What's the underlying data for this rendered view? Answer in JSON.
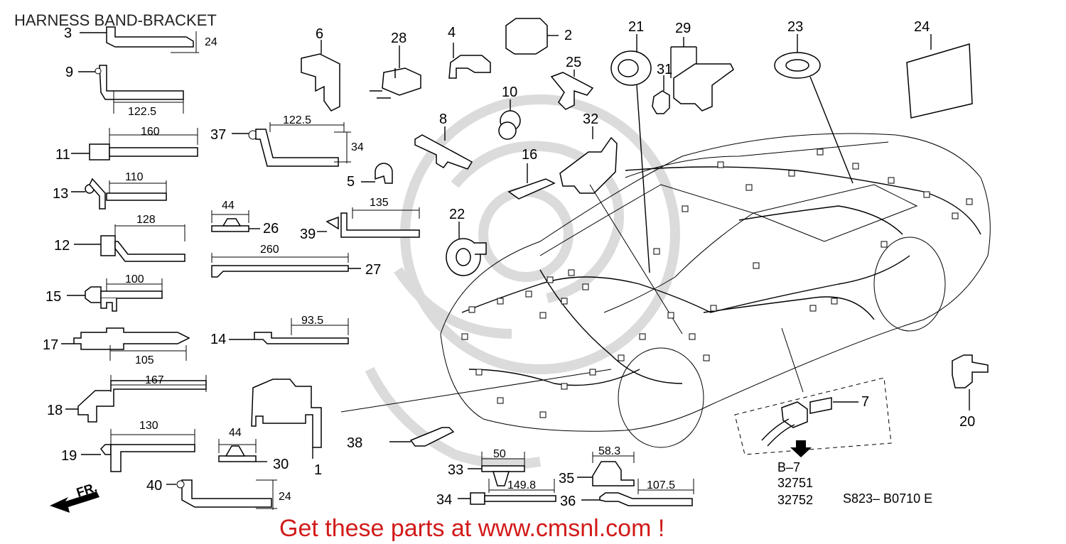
{
  "header": {
    "title": "HARNESS BAND-BRACKET"
  },
  "callouts": {
    "n1": "1",
    "n2": "2",
    "n3": "3",
    "n4": "4",
    "n5": "5",
    "n6": "6",
    "n7": "7",
    "n8": "8",
    "n9": "9",
    "n10": "10",
    "n11": "11",
    "n12": "12",
    "n13": "13",
    "n14": "14",
    "n15": "15",
    "n16": "16",
    "n17": "17",
    "n18": "18",
    "n19": "19",
    "n20": "20",
    "n21": "21",
    "n22": "22",
    "n23": "23",
    "n24": "24",
    "n25": "25",
    "n26": "26",
    "n27": "27",
    "n28": "28",
    "n29": "29",
    "n30": "30",
    "n31": "31",
    "n32": "32",
    "n33": "33",
    "n34": "34",
    "n35": "35",
    "n36": "36",
    "n37": "37",
    "n38": "38",
    "n39": "39",
    "n40": "40"
  },
  "dimensions": {
    "d3": "24",
    "d9": "122.5",
    "d11": "160",
    "d13": "110",
    "d12": "128",
    "d15": "100",
    "d17": "105",
    "d18": "167",
    "d19": "130",
    "d40": "24",
    "d37w": "122.5",
    "d37h": "34",
    "d26": "44",
    "d39": "135",
    "d27": "260",
    "d14": "93.5",
    "d30": "44",
    "d33": "50",
    "d34": "149.8",
    "d35": "58.3",
    "d36": "107.5"
  },
  "references": {
    "b7": "B–7",
    "code1": "32751",
    "code2": "32752",
    "diagram_code": "S823– B0710 E"
  },
  "direction": {
    "front": "FR."
  },
  "footer": {
    "cta": "Get these parts at www.cmsnl.com !"
  }
}
